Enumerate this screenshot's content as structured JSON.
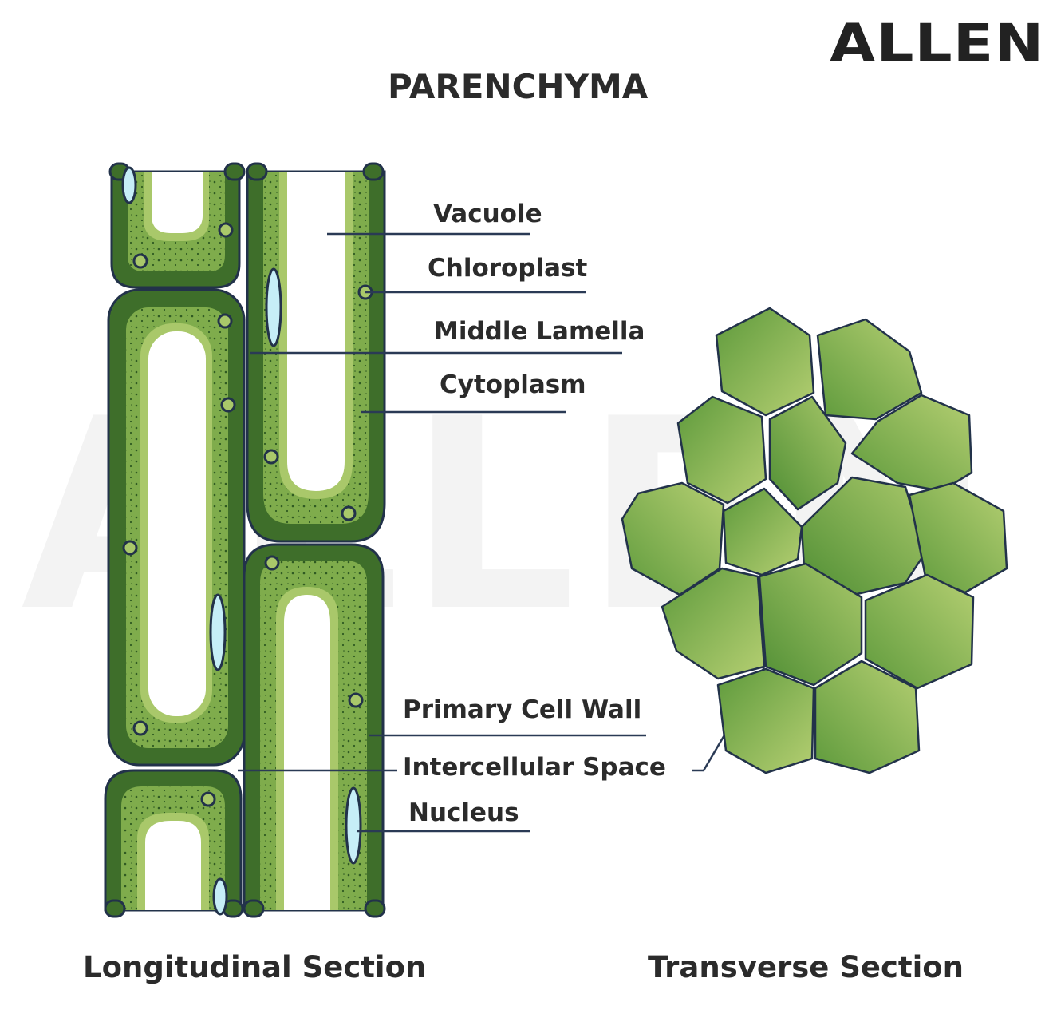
{
  "logo": "ALLEN",
  "title": "PARENCHYMA",
  "labels": {
    "vacuole": "Vacuole",
    "chloroplast": "Chloroplast",
    "middle_lamella": "Middle Lamella",
    "cytoplasm": "Cytoplasm",
    "primary_cell_wall": "Primary Cell Wall",
    "intercellular_space": "Intercellular Space",
    "nucleus": "Nucleus"
  },
  "captions": {
    "longitudinal": "Longitudinal Section",
    "transverse": "Transverse Section"
  },
  "colors": {
    "wall_dark": "#3e6e2a",
    "cytoplasm_light": "#7fac4c",
    "cytoplasm_pale": "#a9c86a",
    "nucleus_fill": "#c6eef7",
    "outline": "#22324a",
    "watermark": "#f2f2f2"
  }
}
